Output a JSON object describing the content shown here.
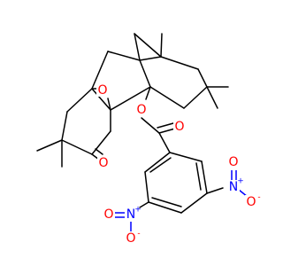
{
  "colors": {
    "carbon_bond": "#000000",
    "oxygen": "#ff0000",
    "nitrogen": "#0000ff",
    "background": "#ffffff"
  },
  "labels": {
    "epoxide_oxygen": "O",
    "ketone_oxygen": "O",
    "ester_oxygen": "O",
    "carbonyl_oxygen": "O",
    "nitro_right_n": "N",
    "nitro_right_o_double": "O",
    "nitro_right_o_single": "O",
    "nitro_left_n": "N",
    "nitro_left_o_double": "O",
    "nitro_left_o_single": "O",
    "plus": "+",
    "minus": "-"
  }
}
